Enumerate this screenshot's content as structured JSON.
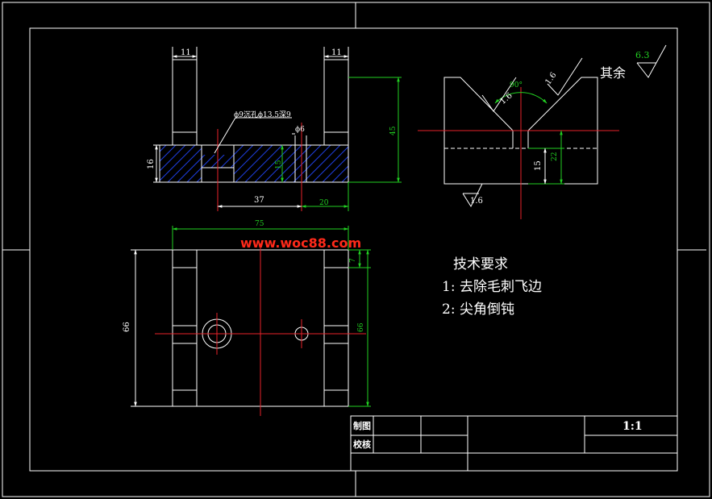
{
  "front_view": {
    "dim_left_width": "11",
    "dim_right_width": "11",
    "dim_height_left": "16",
    "dim_hole_depth": "15",
    "dim_total_height": "45",
    "dim_hole_pos": "37",
    "dim_right_offset": "20",
    "hole_callout": "ϕ9沉孔ϕ13.5深9",
    "small_hole": "ϕ6"
  },
  "side_view": {
    "angle": "90°",
    "roughness_groove": "1.6",
    "roughness_right": "1.6",
    "roughness_bottom": "1.6",
    "dim_15": "15",
    "dim_22": "22",
    "roughness_other_value": "6.3",
    "roughness_other_label": "其余"
  },
  "top_view": {
    "dim_width": "75",
    "dim_height_left": "66",
    "dim_height_right": "66",
    "dim_slot": "7"
  },
  "watermark": "www.woc88.com",
  "tech_requirements": {
    "title": "技术要求",
    "items": [
      "1: 去除毛刺飞边",
      "2: 尖角倒钝"
    ]
  },
  "title_block": {
    "drawn_label": "制图",
    "checked_label": "校核",
    "scale": "1:1"
  },
  "colors": {
    "outline": "#ffffff",
    "centerline": "#e8222a",
    "dimension": "#22d022",
    "hatch": "#1f3fe0",
    "watermark": "#ff2a1a"
  }
}
